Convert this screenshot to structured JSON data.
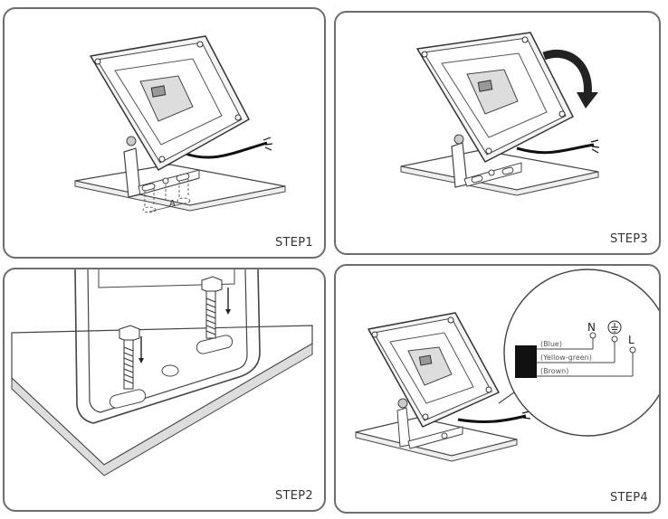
{
  "steps": {
    "step1": "STEP1",
    "step2": "STEP2",
    "step3": "STEP3",
    "step4": "STEP4"
  },
  "step1": {
    "dimension_label": "A"
  },
  "step4": {
    "terminals": {
      "n": "N",
      "l": "L"
    },
    "wires": {
      "blue": "(Blue)",
      "yellow_green": "(Yellow-green)",
      "brown": "(Brown)"
    }
  },
  "icons": [
    "rotate-arrow-icon",
    "ground-symbol-icon",
    "down-arrow-icon"
  ]
}
